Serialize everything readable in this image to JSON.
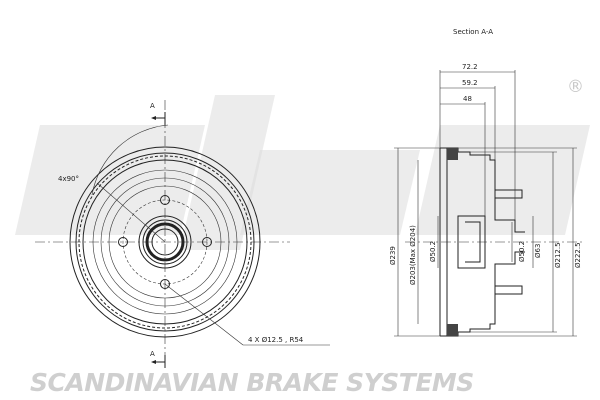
{
  "watermark": {
    "brand": "sbs",
    "registered": "®",
    "company": "SCANDINAVIAN BRAKE SYSTEMS"
  },
  "front_view": {
    "section_mark_top": "A",
    "section_mark_bottom": "A",
    "angle_label": "4x90°",
    "holes_label": "4 X Ø12.5 , R54"
  },
  "section_view": {
    "title": "Section A-A",
    "dims": {
      "d72_2": "72.2",
      "d59_2": "59.2",
      "d48": "48",
      "d239": "Ø239",
      "d203": "Ø203(Max Ø204)",
      "d50_2_left": "Ø50.2",
      "d50_2_right": "Ø50.2",
      "d63": "Ø63",
      "d212_5": "Ø212.5",
      "d222_5": "Ø222.5"
    }
  },
  "colors": {
    "line": "#222222",
    "watermark": "#dcdcdc"
  }
}
